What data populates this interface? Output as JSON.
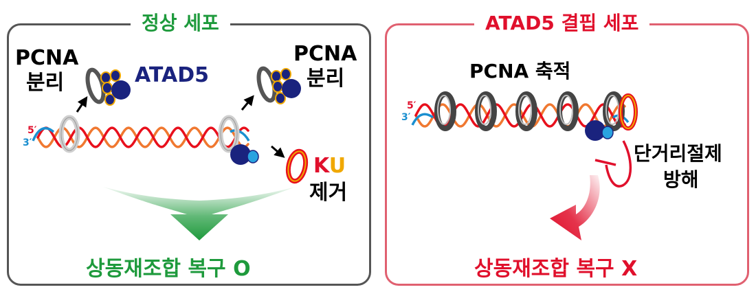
{
  "left_panel": {
    "title": "정상 세포",
    "pcna_left": "PCNA",
    "detach_left": "분리",
    "atad5": "ATAD5",
    "pcna_right": "PCNA",
    "detach_right": "분리",
    "ku_k": "K",
    "ku_u": "U",
    "remove": "제거",
    "result": "상동재조합 복구 O",
    "dna_label_5": "5′",
    "dna_label_3": "3′"
  },
  "right_panel": {
    "title": "ATAD5 결핍 세포",
    "accumulation": "PCNA 축적",
    "block_line1": "단거리절제",
    "block_line2": "방해",
    "result": "상동재조합 복구 X",
    "dna_label_5": "5′",
    "dna_label_3": "3′"
  },
  "colors": {
    "normal_green": "#1e9a3c",
    "deficient_red": "#e0102c",
    "dna_red": "#e8101c",
    "dna_orange": "#f07830",
    "dna_blue": "#1a8fd0",
    "atad5_navy": "#1a237e",
    "ku_yellow": "#f0a800"
  }
}
